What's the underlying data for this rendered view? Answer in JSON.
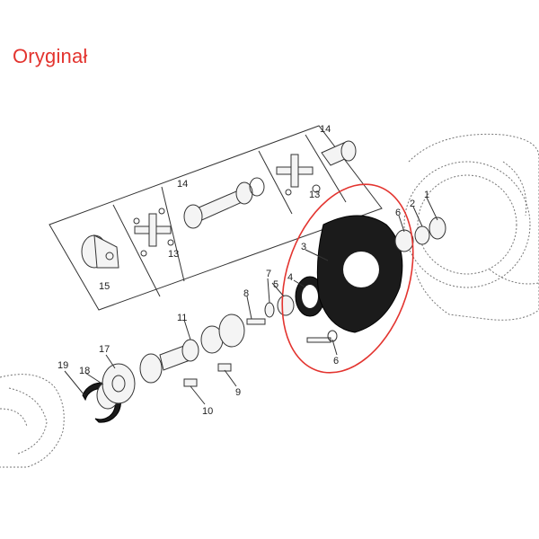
{
  "stamp": "Oryginał",
  "accent": "#e3342f",
  "callouts": [
    "1",
    "2",
    "3",
    "4",
    "5",
    "6",
    "6",
    "6",
    "7",
    "8",
    "9",
    "10",
    "11",
    "13",
    "13",
    "14",
    "14",
    "14",
    "15",
    "17",
    "18",
    "19"
  ]
}
